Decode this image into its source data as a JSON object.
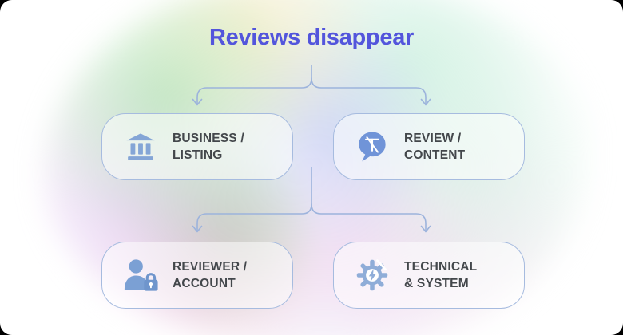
{
  "title": "Reviews disappear",
  "nodes": [
    {
      "id": "business-listing",
      "icon": "bank-icon",
      "line1": "BUSINESS /",
      "line2": "LISTING"
    },
    {
      "id": "review-content",
      "icon": "censored-text-bubble-icon",
      "line1": "REVIEW /",
      "line2": "CONTENT"
    },
    {
      "id": "reviewer-account",
      "icon": "user-lock-icon",
      "line1": "REVIEWER /",
      "line2": "ACCOUNT"
    },
    {
      "id": "technical-system",
      "icon": "broken-gear-bolt-icon",
      "line1": "TECHNICAL",
      "line2": "& SYSTEM"
    }
  ],
  "colors": {
    "title_accent": "#5355dc",
    "box_border": "#a6bbdf",
    "box_text": "#43474b",
    "icon_blue": "#84a5d6",
    "icon_blue_dark": "#6f95cc",
    "connector": "#9cb3dc"
  }
}
